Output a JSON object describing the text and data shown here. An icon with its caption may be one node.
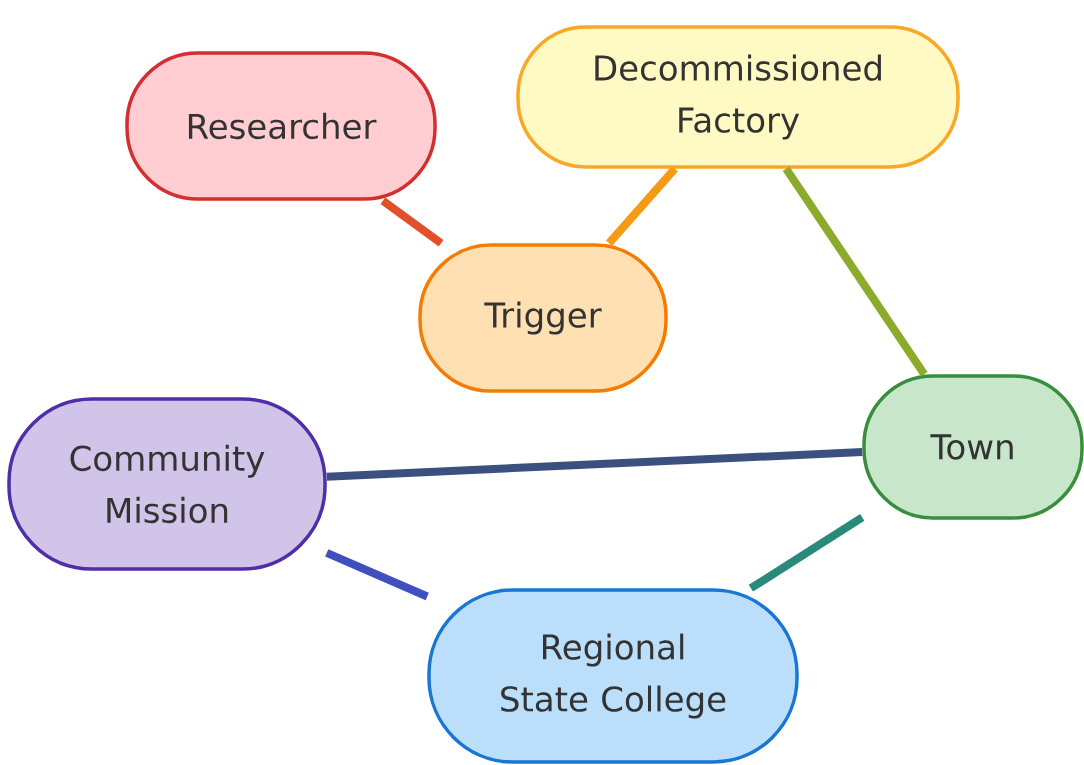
{
  "diagram": {
    "nodes": [
      {
        "text": [
          "Researcher"
        ]
      },
      {
        "text": [
          "Decommissioned Factory"
        ]
      },
      {
        "text": [
          "Trigger"
        ]
      },
      {
        "text": [
          "Community Mission"
        ]
      },
      {
        "text": [
          "Town"
        ]
      },
      {
        "text": [
          "Regional State College"
        ]
      }
    ],
    "edges": [
      {
        "from": 0,
        "to": 2,
        "arrow": "none",
        "color": "#e2502a"
      },
      {
        "from": 2,
        "to": 1,
        "arrow": "none",
        "color": "#f59a12"
      },
      {
        "from": 1,
        "to": 4,
        "arrow": "none",
        "color": "#8bab2a"
      },
      {
        "from": 3,
        "to": 4,
        "arrow": "none",
        "color": "#3c5080"
      },
      {
        "from": 3,
        "to": 5,
        "arrow": "none",
        "color": "#3f4fc0"
      },
      {
        "from": 4,
        "to": 5,
        "arrow": "none",
        "color": "#2a8a7a"
      }
    ]
  }
}
